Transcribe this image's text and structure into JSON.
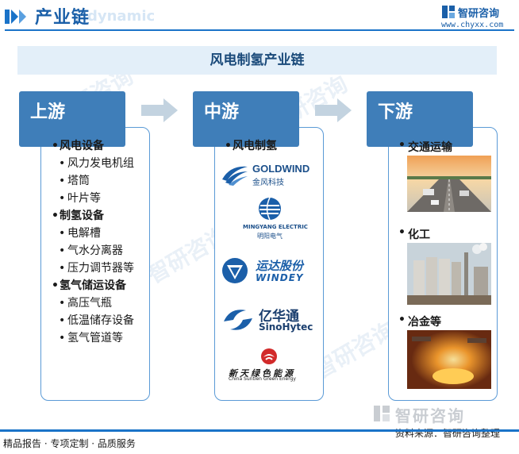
{
  "header": {
    "title": "产业链",
    "ghost_text": "y dynamic"
  },
  "brand": {
    "name": "智研咨询",
    "url": "www.chyxx.com",
    "accent": "#1a73c8"
  },
  "banner": {
    "title": "风电制氢产业链"
  },
  "stages": [
    {
      "label": "上游"
    },
    {
      "label": "中游"
    },
    {
      "label": "下游"
    }
  ],
  "upstream": {
    "groups": [
      {
        "category": "风电设备",
        "items": [
          "风力发电机组",
          "塔筒",
          "叶片等"
        ]
      },
      {
        "category": "制氢设备",
        "items": [
          "电解槽",
          "气水分离器",
          "压力调节器等"
        ]
      },
      {
        "category": "氢气储运设备",
        "items": [
          "高压气瓶",
          "低温储存设备",
          "氢气管道等"
        ]
      }
    ]
  },
  "midstream": {
    "category": "风电制氢",
    "companies": [
      {
        "name_en": "GOLDWIND",
        "name_cn": "金风科技",
        "icon": "goldwind-wave-icon"
      },
      {
        "name_en": "MINGYANG ELECTRIC",
        "name_cn": "明阳电气",
        "icon": "mingyang-globe-icon"
      },
      {
        "name_en": "WINDEY",
        "name_cn": "运达股份",
        "icon": "windey-triangle-icon"
      },
      {
        "name_en": "SinoHytec",
        "name_cn": "亿华通",
        "icon": "sinohytec-swirl-icon"
      },
      {
        "name_en": "China Suntien Green Energy",
        "name_cn": "新天绿色能源",
        "icon": "suntien-bird-icon"
      }
    ]
  },
  "downstream": {
    "items": [
      {
        "label": "交通运输",
        "image": "highway-traffic-photo"
      },
      {
        "label": "化工",
        "image": "chemical-plant-photo"
      },
      {
        "label": "冶金等",
        "image": "steel-furnace-photo"
      }
    ]
  },
  "footer": {
    "left": "精品报告 · 专项定制 · 品质服务",
    "source": "资料来源：智研咨询整理",
    "brand": "智研咨询"
  },
  "colors": {
    "stage_head": "#3f7eb9",
    "card_border": "#5a9ad6",
    "banner_bg": "#e3eff9",
    "arrow": "#c3d3e0"
  }
}
